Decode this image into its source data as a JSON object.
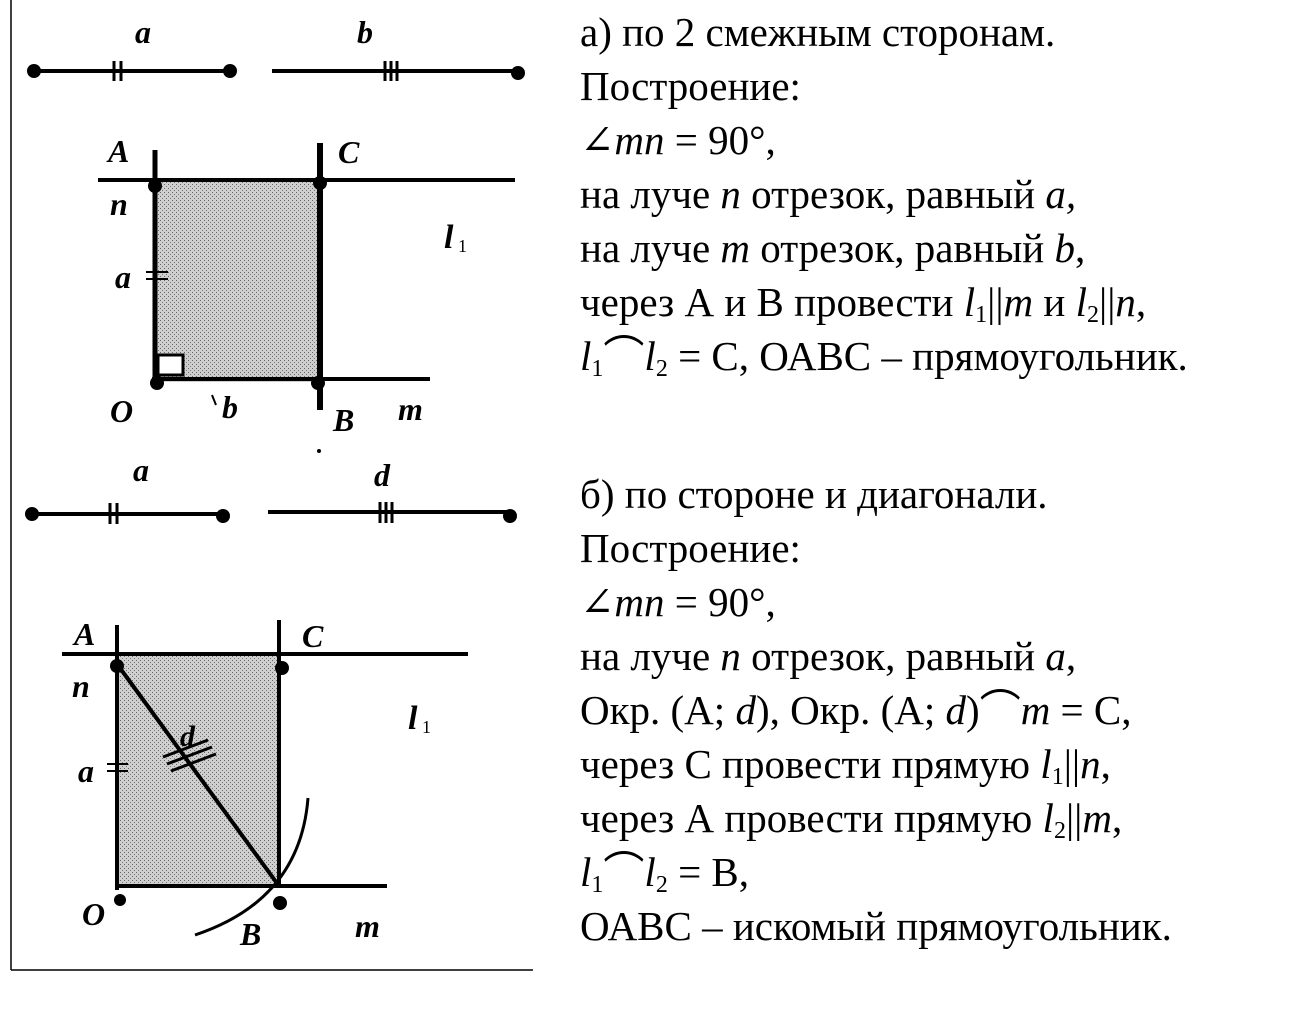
{
  "figure_top": {
    "segment_labels": [
      "a",
      "b"
    ],
    "points": {
      "A": "A",
      "C": "C",
      "O": "O",
      "B": "B"
    },
    "ray_labels": {
      "n": "n",
      "m": "m",
      "a": "a",
      "b": "b"
    },
    "line_label": "l",
    "line_label_sub": "1"
  },
  "figure_bottom": {
    "segment_labels": [
      "a",
      "d"
    ],
    "points": {
      "A": "A",
      "C": "C",
      "O": "O",
      "B": "B"
    },
    "ray_labels": {
      "n": "n",
      "m": "m",
      "a": "a",
      "d": "d"
    },
    "line_label": "l",
    "line_label_sub": "1"
  },
  "section_a": {
    "title": "а) по 2 смежным сторонам.",
    "construction": "Построение:",
    "angle_prefix": "∠",
    "angle_vars": "mn",
    "angle_value": " = 90°,",
    "step1_a": "на луче ",
    "step1_var": "n",
    "step1_b": " отрезок, равный ",
    "step1_val": "a,",
    "step2_a": "на луче ",
    "step2_var": "m",
    "step2_b": " отрезок, равный ",
    "step2_val": "b",
    "step2_end": ",",
    "step3_a": "через А и В провести ",
    "step3_l": "l",
    "step3_s1": "1",
    "step3_par1": "||",
    "step3_m": "m",
    "step3_and": " и ",
    "step3_l2": "l",
    "step3_s2": "2",
    "step3_par2": "||",
    "step3_n": "n",
    "step3_end": ",",
    "step4_l1": "l",
    "step4_s1": "1",
    "step4_cap": "⌒",
    "step4_l2": "l",
    "step4_s2": "2",
    "step4_rest": " = С, ОАВС – прямоугольник."
  },
  "section_b": {
    "title": "б) по стороне и диагонали.",
    "construction": "Построение:",
    "angle_prefix": " ∠",
    "angle_vars": "mn",
    "angle_value": " = 90°,",
    "step1_a": "на луче ",
    "step1_var": "n",
    "step1_b": "  отрезок, равный ",
    "step1_val": "a",
    "step1_end": ",",
    "step2_a": "Окр. (А; ",
    "step2_d1": "d",
    "step2_b": "), Окр. (А; ",
    "step2_d2": "d",
    "step2_c": ")",
    "step2_cap": "⌒",
    "step2_m": "m",
    "step2_end": " = С,",
    "step3_a": "через С провести прямую ",
    "step3_l": "l",
    "step3_s": "1",
    "step3_par": "||",
    "step3_n": "n",
    "step3_end": ",",
    "step4_a": "через А провести прямую ",
    "step4_l": "l",
    "step4_s": "2",
    "step4_par": "||",
    "step4_m": "m",
    "step4_end": ",",
    "step5_l1": "l",
    "step5_s1": "1",
    "step5_cap": "⌒",
    "step5_l2": "l",
    "step5_s2": "2",
    "step5_rest": " = В,",
    "step6": "ОАВС – искомый прямоугольник."
  }
}
